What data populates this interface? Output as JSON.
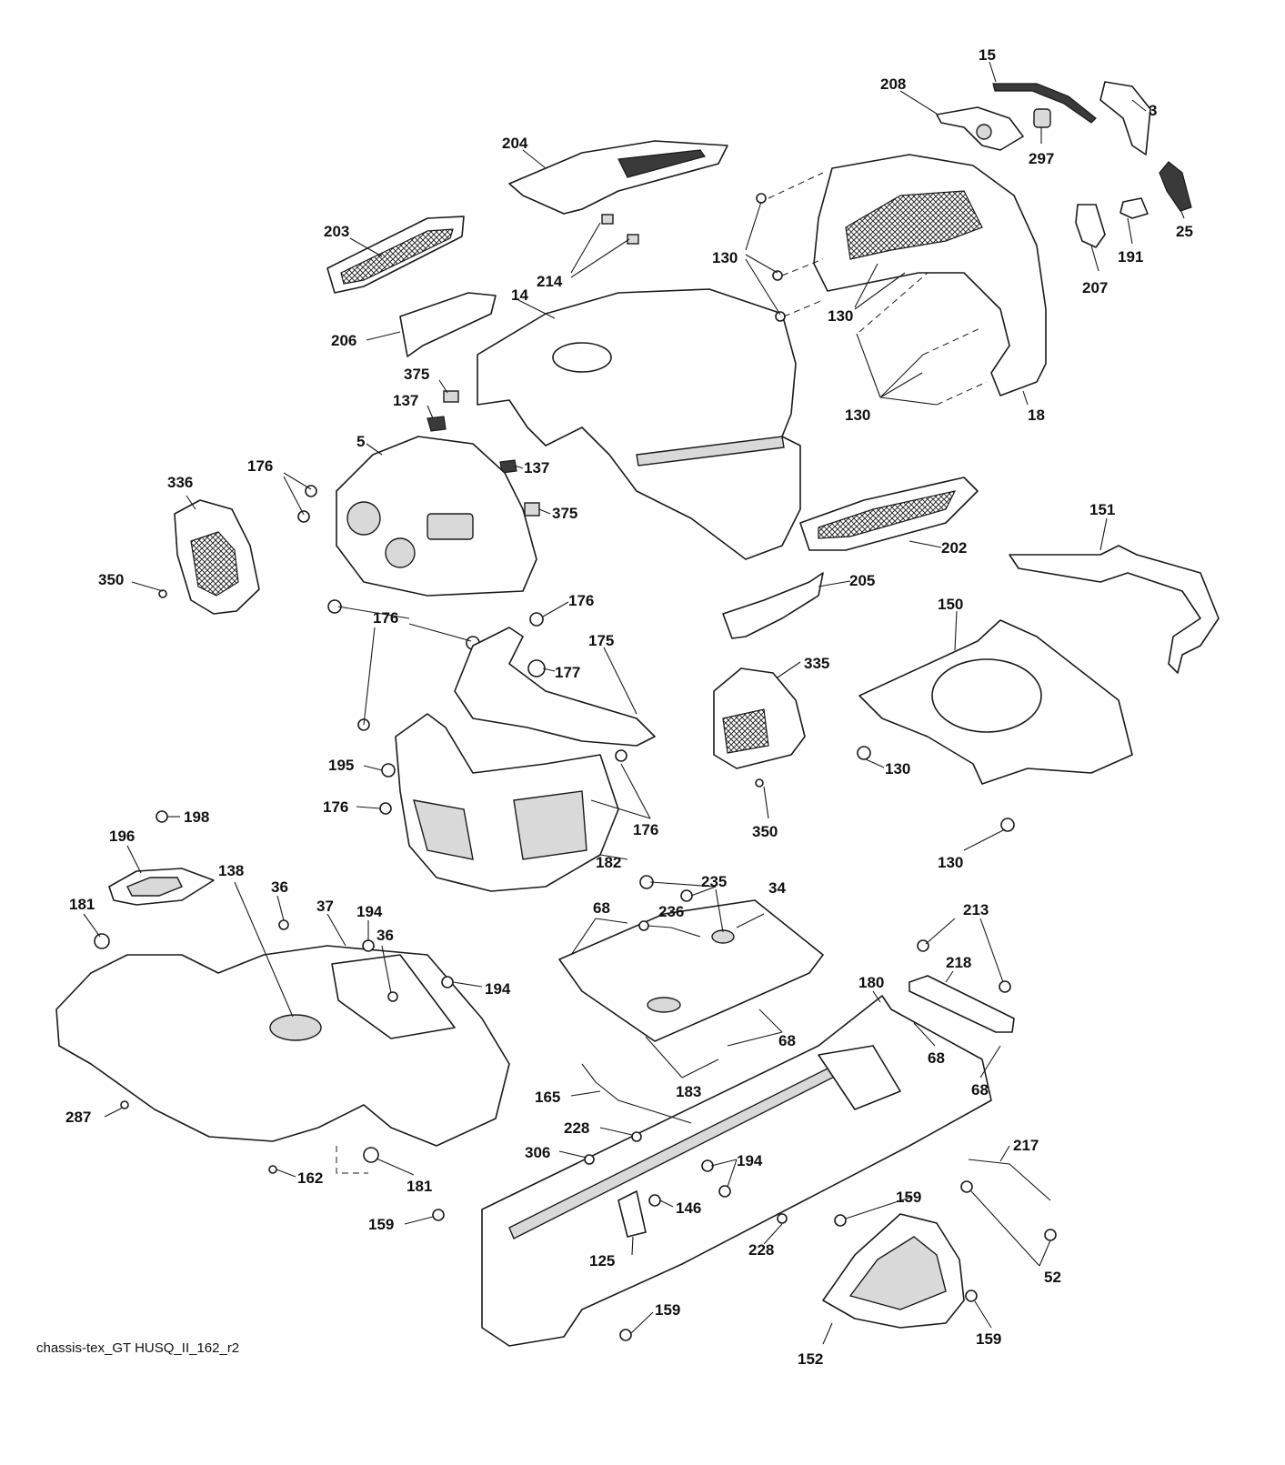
{
  "caption": "chassis-tex_GT HUSQ_II_162_r2",
  "callouts": [
    {
      "id": "c15",
      "text": "15"
    },
    {
      "id": "c208",
      "text": "208"
    },
    {
      "id": "c3",
      "text": "3"
    },
    {
      "id": "c297",
      "text": "297"
    },
    {
      "id": "c204",
      "text": "204"
    },
    {
      "id": "c25",
      "text": "25"
    },
    {
      "id": "c203",
      "text": "203"
    },
    {
      "id": "c191",
      "text": "191"
    },
    {
      "id": "c130a",
      "text": "130"
    },
    {
      "id": "c214",
      "text": "214"
    },
    {
      "id": "c207",
      "text": "207"
    },
    {
      "id": "c14",
      "text": "14"
    },
    {
      "id": "c130b",
      "text": "130"
    },
    {
      "id": "c206",
      "text": "206"
    },
    {
      "id": "c375a",
      "text": "375"
    },
    {
      "id": "c130c",
      "text": "130"
    },
    {
      "id": "c18",
      "text": "18"
    },
    {
      "id": "c137a",
      "text": "137"
    },
    {
      "id": "c5",
      "text": "5"
    },
    {
      "id": "c176a",
      "text": "176"
    },
    {
      "id": "c137b",
      "text": "137"
    },
    {
      "id": "c336",
      "text": "336"
    },
    {
      "id": "c375b",
      "text": "375"
    },
    {
      "id": "c151",
      "text": "151"
    },
    {
      "id": "c202",
      "text": "202"
    },
    {
      "id": "c350a",
      "text": "350"
    },
    {
      "id": "c205",
      "text": "205"
    },
    {
      "id": "c176b",
      "text": "176"
    },
    {
      "id": "c150",
      "text": "150"
    },
    {
      "id": "c176c",
      "text": "176"
    },
    {
      "id": "c175",
      "text": "175"
    },
    {
      "id": "c177",
      "text": "177"
    },
    {
      "id": "c335",
      "text": "335"
    },
    {
      "id": "c195",
      "text": "195"
    },
    {
      "id": "c130d",
      "text": "130"
    },
    {
      "id": "c176d",
      "text": "176"
    },
    {
      "id": "c176e",
      "text": "176"
    },
    {
      "id": "c350b",
      "text": "350"
    },
    {
      "id": "c198",
      "text": "198"
    },
    {
      "id": "c196",
      "text": "196"
    },
    {
      "id": "c130e",
      "text": "130"
    },
    {
      "id": "c182",
      "text": "182"
    },
    {
      "id": "c138",
      "text": "138"
    },
    {
      "id": "c235",
      "text": "235"
    },
    {
      "id": "c36a",
      "text": "36"
    },
    {
      "id": "c37",
      "text": "37"
    },
    {
      "id": "c68a",
      "text": "68"
    },
    {
      "id": "c34",
      "text": "34"
    },
    {
      "id": "c181a",
      "text": "181"
    },
    {
      "id": "c236",
      "text": "236"
    },
    {
      "id": "c194a",
      "text": "194"
    },
    {
      "id": "c213",
      "text": "213"
    },
    {
      "id": "c36b",
      "text": "36"
    },
    {
      "id": "c218",
      "text": "218"
    },
    {
      "id": "c194b",
      "text": "194"
    },
    {
      "id": "c180",
      "text": "180"
    },
    {
      "id": "c68b",
      "text": "68"
    },
    {
      "id": "c68c",
      "text": "68"
    },
    {
      "id": "c183",
      "text": "183"
    },
    {
      "id": "c165",
      "text": "165"
    },
    {
      "id": "c68d",
      "text": "68"
    },
    {
      "id": "c287",
      "text": "287"
    },
    {
      "id": "c228a",
      "text": "228"
    },
    {
      "id": "c217",
      "text": "217"
    },
    {
      "id": "c306",
      "text": "306"
    },
    {
      "id": "c194c",
      "text": "194"
    },
    {
      "id": "c162",
      "text": "162"
    },
    {
      "id": "c181b",
      "text": "181"
    },
    {
      "id": "c159a",
      "text": "159"
    },
    {
      "id": "c146",
      "text": "146"
    },
    {
      "id": "c159b",
      "text": "159"
    },
    {
      "id": "c159c",
      "text": "159"
    },
    {
      "id": "c125",
      "text": "125"
    },
    {
      "id": "c228b",
      "text": "228"
    },
    {
      "id": "c52",
      "text": "52"
    },
    {
      "id": "c159d",
      "text": "159"
    },
    {
      "id": "c159e",
      "text": "159"
    },
    {
      "id": "c152",
      "text": "152"
    }
  ]
}
